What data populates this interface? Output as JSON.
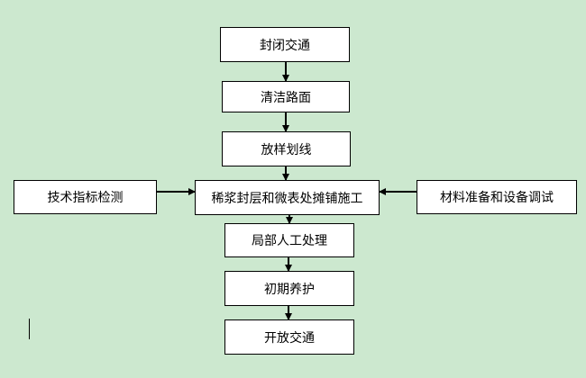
{
  "flowchart": {
    "steps": {
      "close_traffic": "封闭交通",
      "clean_road": "清洁路面",
      "layout_lines": "放样划线",
      "paving": "稀浆封层和微表处摊铺施工",
      "local_treatment": "局部人工处理",
      "initial_curing": "初期养护",
      "open_traffic": "开放交通"
    },
    "inputs": {
      "technical_testing": "技术指标检测",
      "material_equipment": "材料准备和设备调试"
    }
  },
  "colors": {
    "background": "#CCE8CF",
    "box_fill": "#FFFFFF",
    "line": "#000000"
  }
}
